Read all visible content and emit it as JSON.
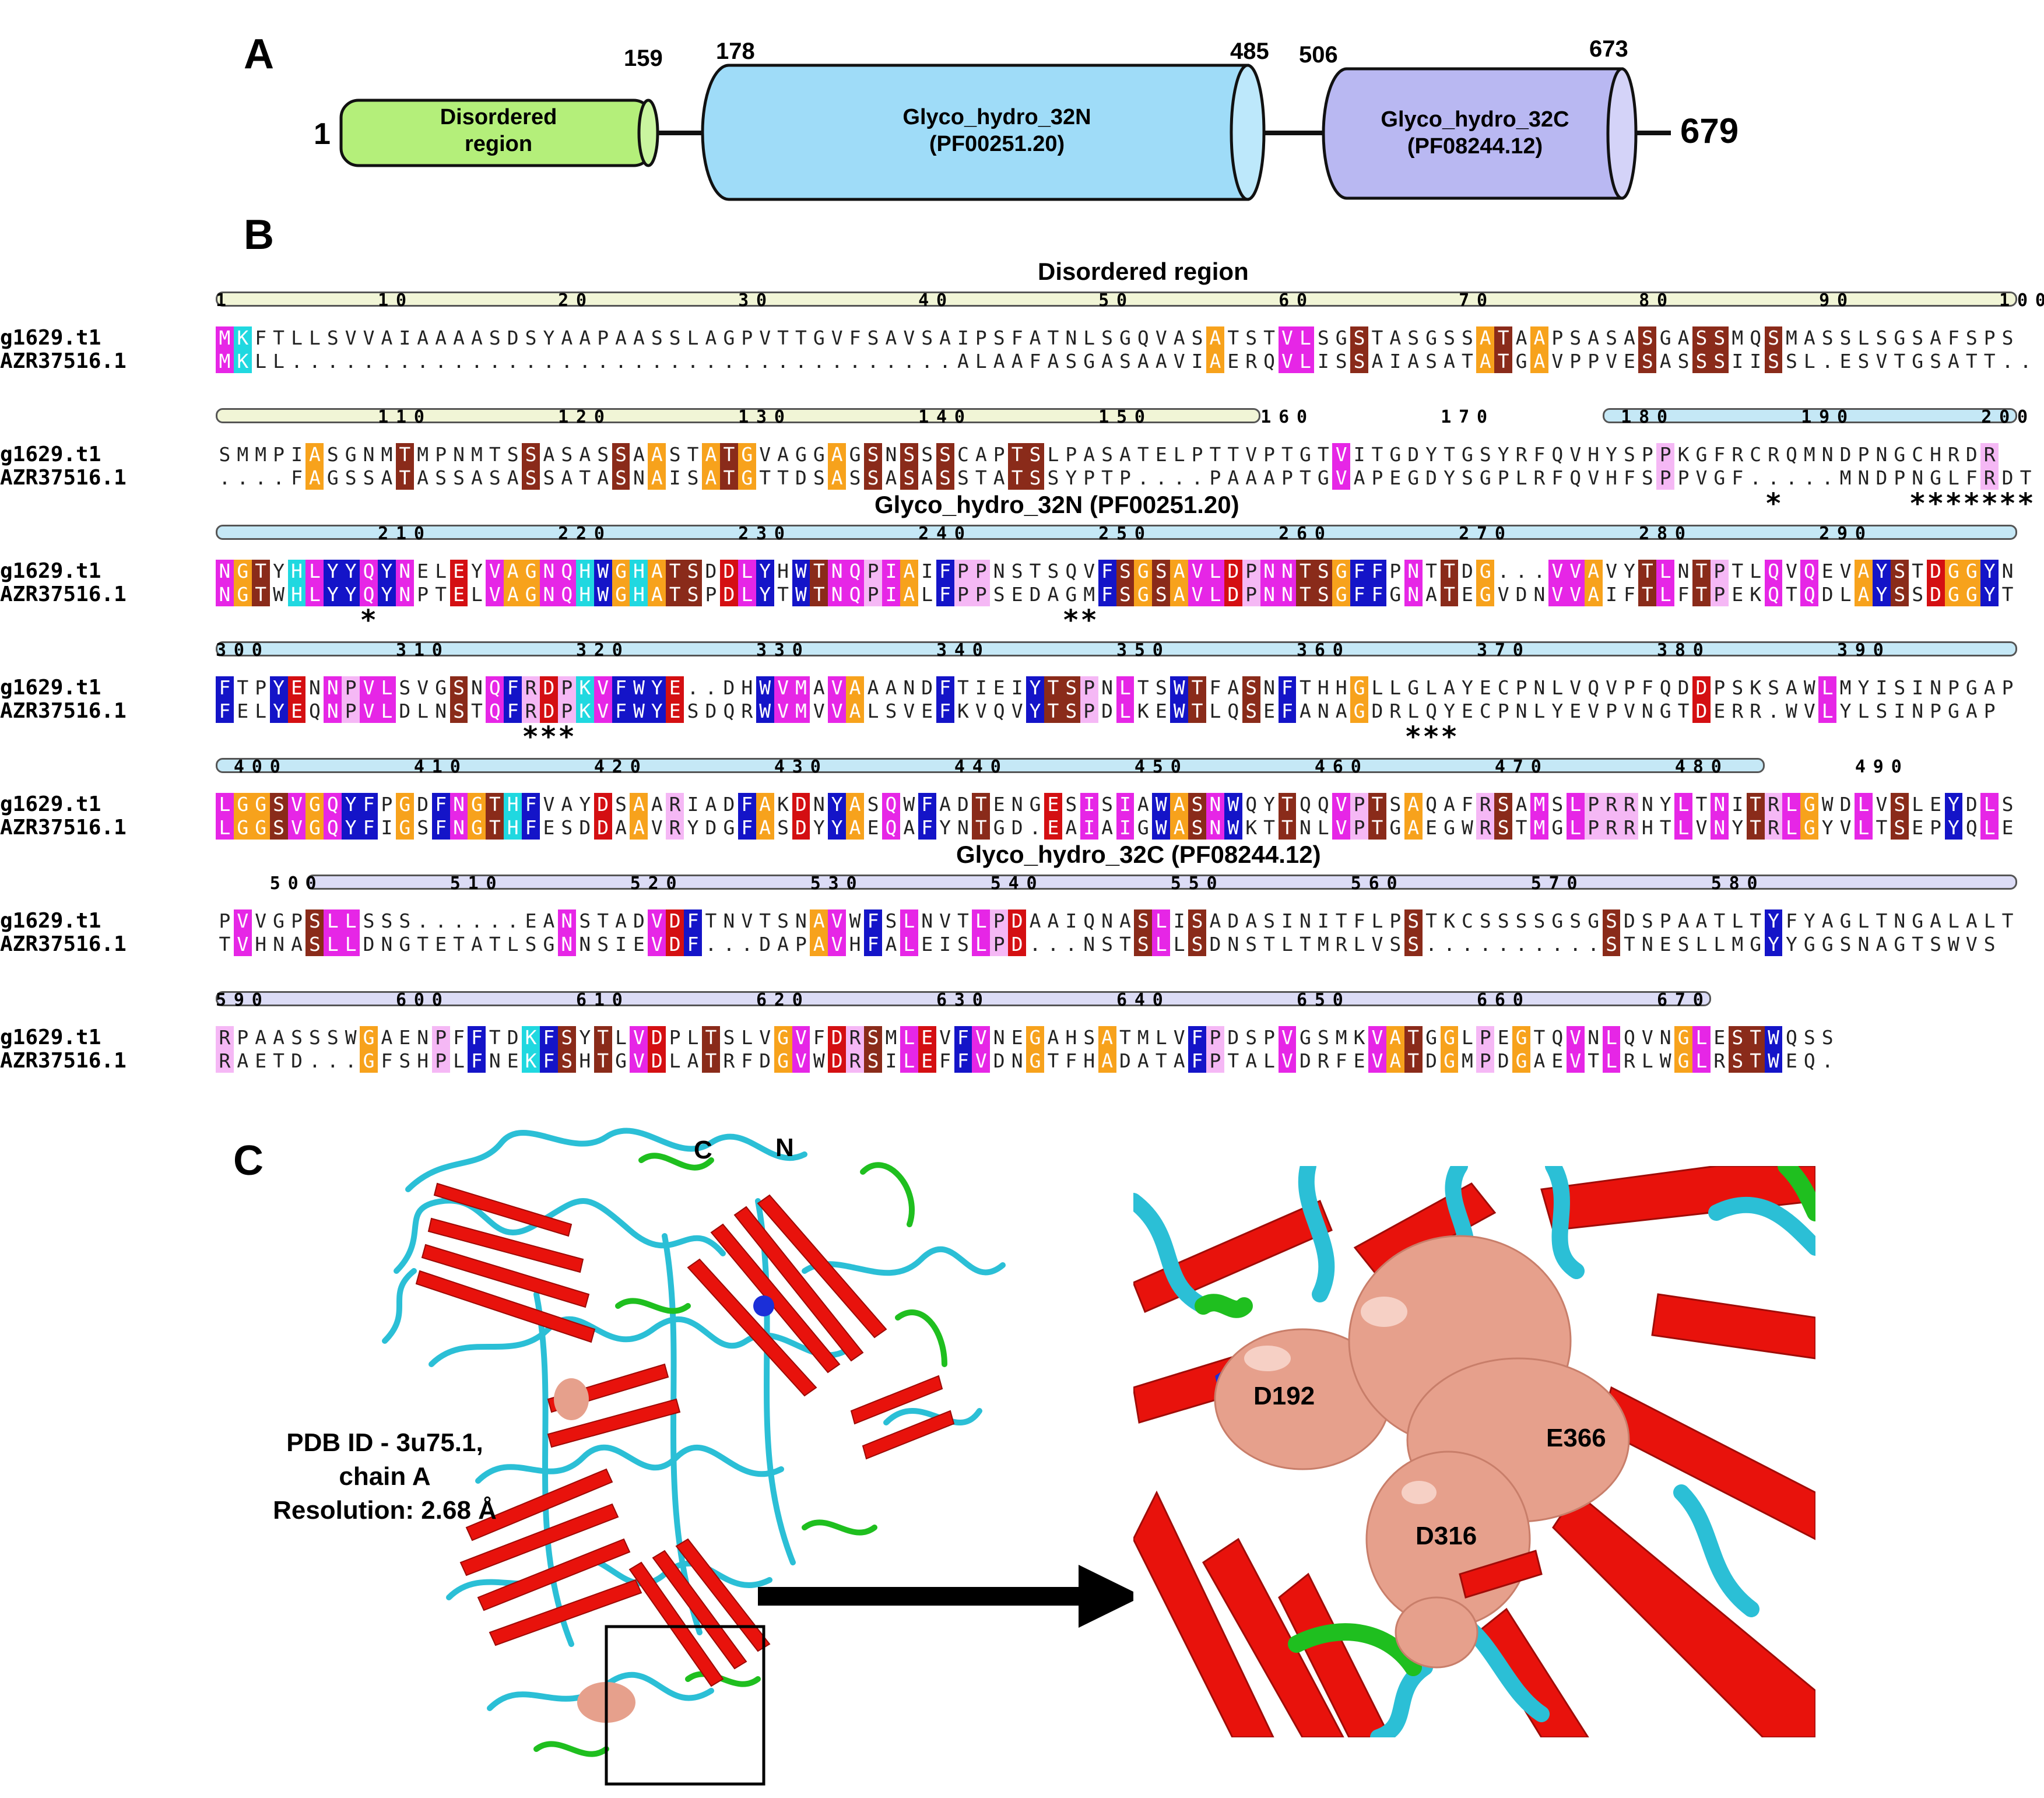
{
  "panels": {
    "a": "A",
    "b": "B",
    "c": "C"
  },
  "domain_map": {
    "start": "1",
    "end": "679",
    "disordered": {
      "label_line1": "Disordered",
      "label_line2": "region",
      "end": "159"
    },
    "n_domain": {
      "start": "178",
      "end": "485",
      "label_line1": "Glyco_hydro_32N",
      "label_line2": "(PF00251.20)"
    },
    "c_domain": {
      "start": "506",
      "end": "673",
      "label_line1": "Glyco_hydro_32C",
      "label_line2": "(PF08244.12)"
    },
    "colors": {
      "disordered": "#b4ef7a",
      "n_domain": "#9fdcf8",
      "c_domain": "#b9b8f2"
    }
  },
  "alignment": {
    "names": [
      "g1629.t1",
      "AZR37516.1"
    ],
    "region_titles": {
      "disordered": "Disordered region",
      "n": "Glyco_hydro_32N (PF00251.20)",
      "c": "Glyco_hydro_32C (PF08244.12)"
    },
    "blocks": [
      {
        "ruler": "1        10        20        30        40        50        60        70        80        90        100",
        "seq1": "MKFTLLSVVAIAAAASDSYAAPAASSLAGPVTTGVFSAVSAIPSFATNLSGQVASATSTVLSGSTASGSSATAAPSASASGASSMQSMASSLSGSAFSPS",
        "seq2": "MKLL.....................................ALAAFASGASAAVIAERQVLISSAIASATATGAVPPVESASSSIISSL.ESVTGSATT..",
        "stars": ""
      },
      {
        "ruler": "         110       120       130       140       150      160       170       180       190       200",
        "seq1": "SMMPIASGNMTMPNMTSSASASSAASTATGVAGGAGSNSSSCAPTSLPASATELPTTVPTGTVITGDYTGSYRFQVHYSPPKGFRCRQMNDPNGCHRDR",
        "seq2": "....FAGSSATASSASASSATASNAISATGTTDSASSASASSTATSSYPTP....PAAAPTGVAPEGDYSGPLRFQVHFSPPVGF.....MNDPNGLFRDT",
        "stars": "                                                                                      *       *******"
      },
      {
        "ruler": "         210       220       230       240       250       260       270       280       290",
        "seq1": "NGTYHLYYQYNELEYVAGNQHWGHATSDDLYHWTNQPIAIFPPNSTSQVFSGSAVLDPNNTSGFFPNTTDG...VVAVYTLNTPTLQVQEVAYSTDGGYN",
        "seq2": "NGTWHLYYQYNPTELVAGNQHWGHATSPDLYTWTNQPIALFPPSEDAGMFSGSAVLDPNNTSGFFGNATEGVDNVVAIFTLFTPEKQTQDLAYSSDGGYT",
        "stars": "        *                                      **"
      },
      {
        "ruler": "300       310       320       330       340       350       360       370       380       390",
        "seq1": "FTPYENNPVLSVGSNQFRDPKVFWYE..DHWVMAVAAANDFTIEIYTSPNLTSWTFASNFTHHGLLGLAYECPNLVQVPFQDDPSKSAWLMYISINPGAP",
        "seq2": "FELYEQNPVLDLNSTQFRDPKVFWYESDQRWVMVVALSVEFKVQVYTSPDLKEWTLQSEFANAGDRLQYECPNLYEVPVNGTDERR.WVLYLSINPGAP",
        "stars": "                 ***                                              ***"
      },
      {
        "ruler": " 400       410       420       430       440       450       460       470       480       490",
        "seq1": "LGGSVGQYFPGDFNGTHFVAYDSAARIADFAKDNYASQWFADTENGESISIAWASNWQYTQQVPTSAQAFRSAMSLPRRNYLTNITRLGWDLVSLEYDLS",
        "seq2": "LGGSVGQYFIGSFNGTHFESDDAAVRYDGFASDYYAEQAFYNTGD.EAIAIGWASNWKTTNLVPTGAEGWRSTMGLPRRHTLVNYTRLGYVLTSEPYQLE",
        "stars": ""
      },
      {
        "ruler": "   500       510       520       530       540       550       560       570       580",
        "seq1": "PVVGPSLLSSS......EANSTADVDFTNVTSNAVWFSLNVTLPDAAIQNASLISADASINITFLPSTKCSSSSGSGSDSPAATLTYFYAGLTNGALALT",
        "seq2": "TVHNASLLDNGTETATLSGNNSIEVDF...DAPAVHFALEISLPD...NSTSLLSDNSTLTMRLVSS..........STNESLLMGYYGGSNAGTSWVS",
        "stars": ""
      },
      {
        "ruler": "590       600       610       620       630       640       650       660       670",
        "seq1": "RPAASSSWGAENPFFTDKFSYTLVDPLTSLVGVFDRSMLEVFVNEGAHSATMLVFPDSPVGSMKVATGGLPEGTQVNLQVNGLESTWQSS",
        "seq2": "RAETD...GFSHPLFNEKFSHTGVDLATRFDGVWDRSILEFFVDNGTFHADATAFPTALVDRFEVATDGMPDGAEVTLRLWGLRSTWEQ.",
        "stars": ""
      }
    ]
  },
  "structure": {
    "label_c": "C",
    "label_n": "N",
    "pdb_line1": "PDB ID - 3u75.1,",
    "pdb_line2": "chain A",
    "pdb_line3": "Resolution: 2.68 Å",
    "residues": [
      "D192",
      "E366",
      "D316"
    ],
    "colors": {
      "sheet": "#e8120c",
      "coil": "#2bbfd6",
      "helix": "#1fbf1f",
      "surface": "#e6a08c"
    }
  }
}
